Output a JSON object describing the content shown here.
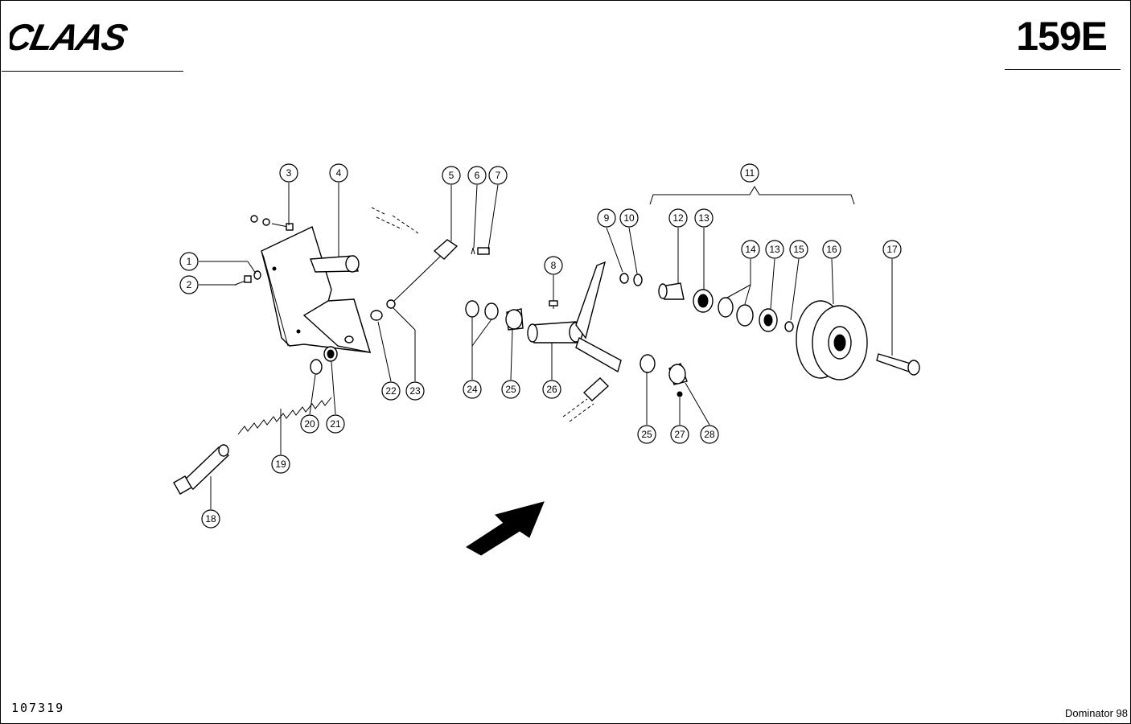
{
  "header": {
    "brand": "CLAAS",
    "page_code": "159E"
  },
  "footer": {
    "drawing_number": "107319",
    "model": "Dominator 98"
  },
  "callouts": [
    "1",
    "2",
    "3",
    "4",
    "5",
    "6",
    "7",
    "8",
    "9",
    "10",
    "11",
    "12",
    "13",
    "13",
    "14",
    "15",
    "16",
    "17",
    "18",
    "19",
    "20",
    "21",
    "22",
    "23",
    "24",
    "25",
    "25",
    "26",
    "27",
    "28"
  ]
}
